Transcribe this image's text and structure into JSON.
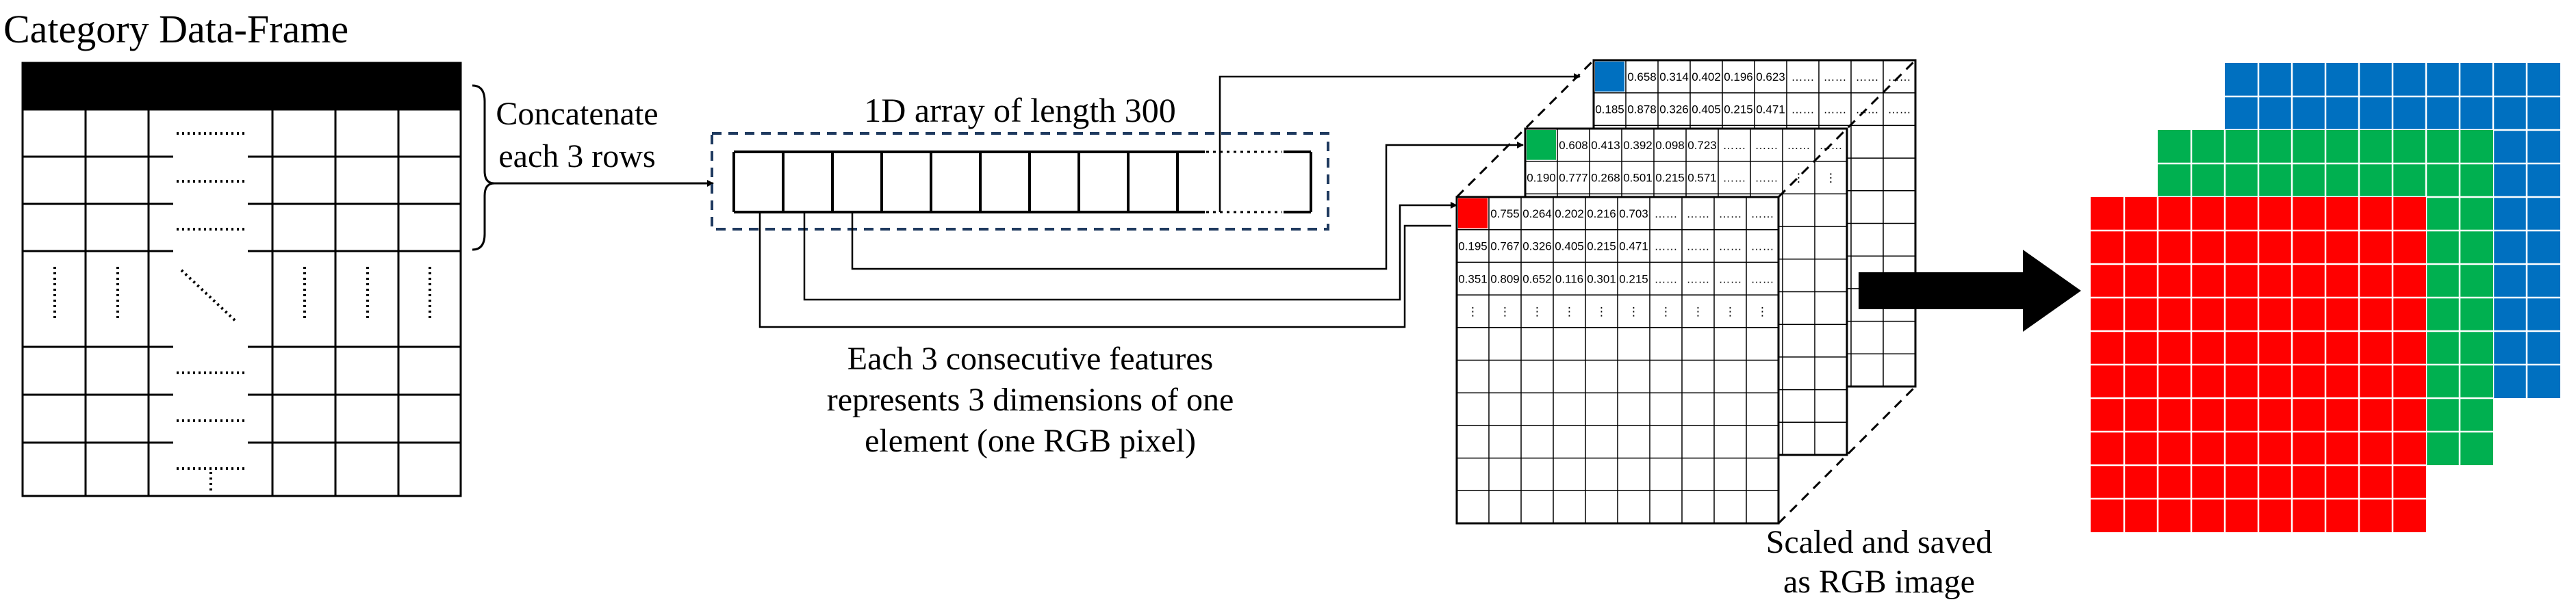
{
  "labels": {
    "title": "Category Data-Frame",
    "concat": [
      "Concatenate",
      "each 3 rows"
    ],
    "array": "1D array of length 300",
    "each3": [
      "Each 3 consecutive features",
      "represents 3 dimensions of one",
      "element (one RGB pixel)"
    ],
    "scaled": [
      "Scaled and saved",
      "as RGB image"
    ]
  },
  "matrices": {
    "red": [
      [
        "",
        "0.755",
        "0.264",
        "0.202",
        "0.216",
        "0.703",
        "……",
        "……",
        "……",
        "……"
      ],
      [
        "0.195",
        "0.767",
        "0.326",
        "0.405",
        "0.215",
        "0.471",
        "……",
        "……",
        "……",
        "……"
      ],
      [
        "0.351",
        "0.809",
        "0.652",
        "0.116",
        "0.301",
        "0.215",
        "……",
        "……",
        "……",
        "……"
      ],
      [
        "⋮",
        "⋮",
        "⋮",
        "⋮",
        "⋮",
        "⋮",
        "⋮",
        "⋮",
        "⋮",
        "⋮"
      ]
    ],
    "green": [
      [
        "",
        "0.608",
        "0.413",
        "0.392",
        "0.098",
        "0.723",
        "……",
        "……",
        "……",
        "……"
      ],
      [
        "0.190",
        "0.777",
        "0.268",
        "0.501",
        "0.215",
        "0.571",
        "……",
        "……",
        "⋮",
        "⋮"
      ]
    ],
    "blue": [
      [
        "",
        "0.658",
        "0.314",
        "0.402",
        "0.196",
        "0.623",
        "……",
        "……",
        "……",
        "……"
      ],
      [
        "0.185",
        "0.878",
        "0.326",
        "0.405",
        "0.215",
        "0.471",
        "……",
        "……",
        "……",
        "……"
      ]
    ]
  },
  "colors": {
    "red": "#ff0000",
    "green": "#00b050",
    "blue": "#0070c0",
    "frame_header": "#000000",
    "dashed_box": "#1f3a5f"
  }
}
